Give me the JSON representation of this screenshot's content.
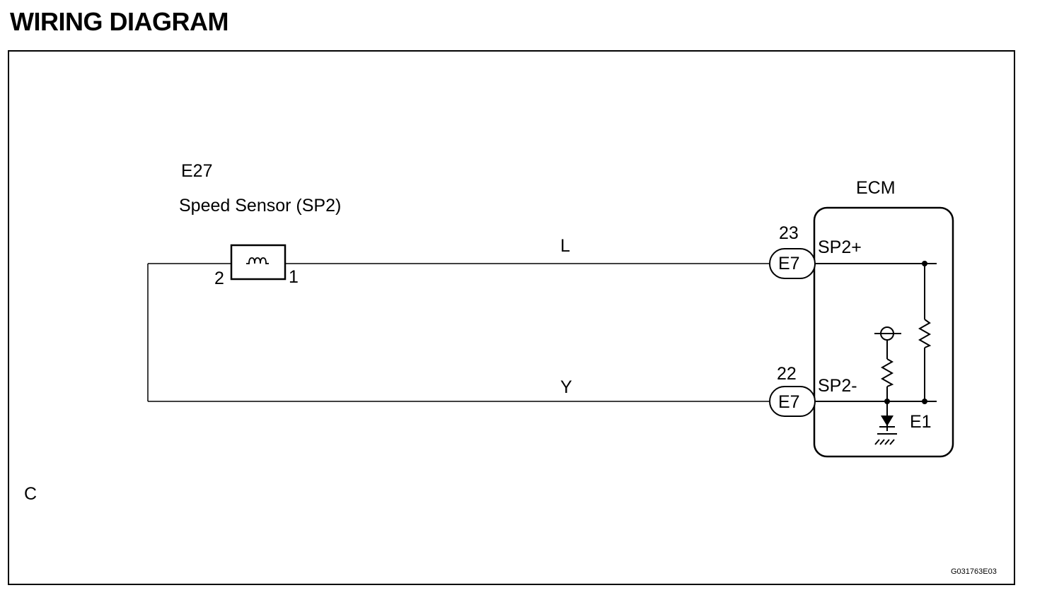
{
  "header": {
    "title": "WIRING DIAGRAM"
  },
  "sensor": {
    "connector": "E27",
    "name": "Speed Sensor (SP2)",
    "pin_left": "2",
    "pin_right": "1"
  },
  "wires": {
    "top_color": "L",
    "bottom_color": "Y"
  },
  "ecm": {
    "label": "ECM",
    "top_pin": {
      "number": "23",
      "connector": "E7",
      "signal": "SP2+"
    },
    "bottom_pin": {
      "number": "22",
      "connector": "E7",
      "signal": "SP2-"
    },
    "ground": "E1"
  },
  "footer": {
    "corner_letter": "C",
    "figure_code": "G031763E03"
  }
}
